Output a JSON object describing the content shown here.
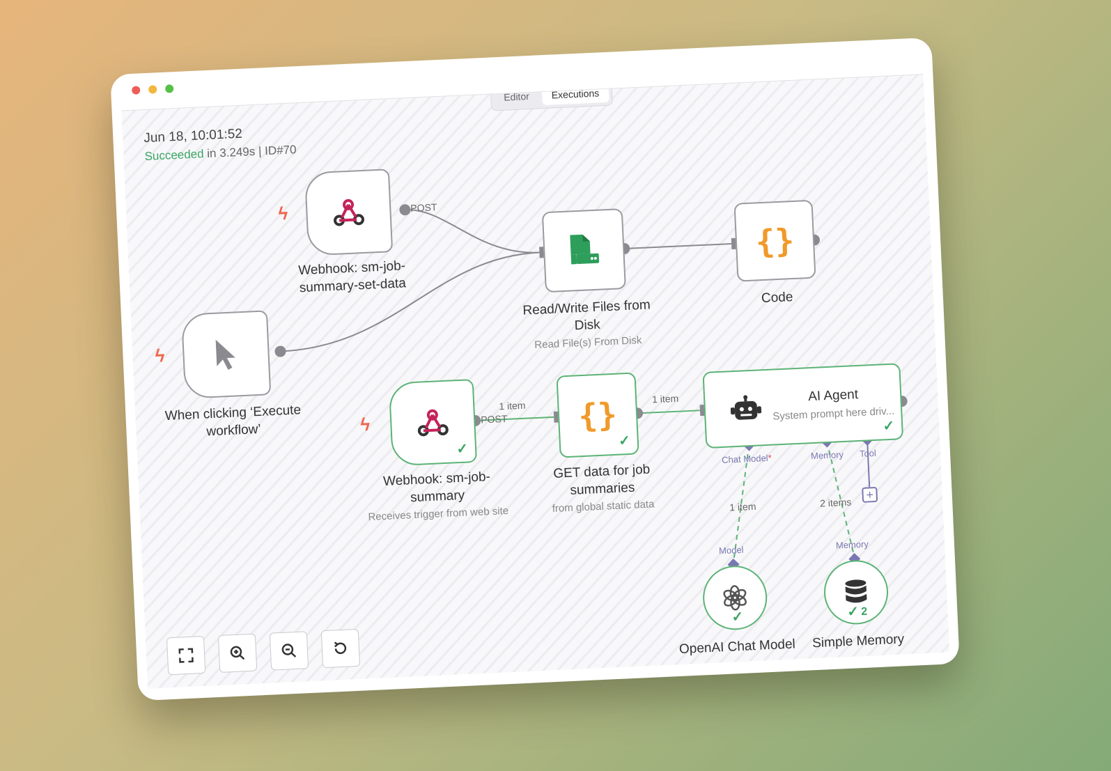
{
  "window": {
    "dot_colors": [
      "#ee5e57",
      "#f3b73d",
      "#55c146"
    ]
  },
  "tabs": [
    {
      "label": "Editor"
    },
    {
      "label": "Executions"
    }
  ],
  "execution": {
    "date": "Jun 18, 10:01:52",
    "status": "Succeeded",
    "duration": "in 3.249s",
    "separator": "|",
    "id": "ID#70"
  },
  "nodes": {
    "webhook_set": {
      "title_line1": "Webhook: sm-job-",
      "title_line2": "summary-set-data",
      "output_label": "POST"
    },
    "manual_trigger": {
      "title_line1": "When clicking ‘Execute",
      "title_line2": "workflow’"
    },
    "read_write": {
      "title_line1": "Read/Write Files from",
      "title_line2": "Disk",
      "subtitle": "Read File(s) From Disk"
    },
    "code": {
      "title": "Code"
    },
    "webhook_summary": {
      "title_line1": "Webhook: sm-job-",
      "title_line2": "summary",
      "subtitle": "Receives trigger from web site",
      "output_label": "POST"
    },
    "get_data": {
      "title_line1": "GET data for job",
      "title_line2": "summaries",
      "subtitle": "from global static data"
    },
    "ai_agent": {
      "title": "AI Agent",
      "subtitle": "System prompt here driv...",
      "ports": {
        "chat_model": "Chat Model",
        "required_mark": "*",
        "memory": "Memory",
        "tool": "Tool"
      }
    },
    "openai": {
      "title": "OpenAI Chat Model",
      "port": "Model"
    },
    "memory": {
      "title": "Simple Memory",
      "port": "Memory",
      "run_count": "2"
    }
  },
  "edges": {
    "webhook_to_get": "1 item",
    "get_to_agent": "1 item",
    "model_link": "1 item",
    "memory_link": "2 items"
  },
  "controls": [
    {
      "name": "fit-view",
      "icon": "fullscreen-icon"
    },
    {
      "name": "zoom-in",
      "icon": "zoom-in-icon"
    },
    {
      "name": "zoom-out",
      "icon": "zoom-out-icon"
    },
    {
      "name": "reset-zoom",
      "icon": "undo-icon"
    }
  ],
  "colors": {
    "success": "#3aa564",
    "trigger_bolt": "#f0644c",
    "code_orange": "#f09a2b",
    "file_green": "#2e9e5b",
    "port_purple": "#7a78b2"
  }
}
